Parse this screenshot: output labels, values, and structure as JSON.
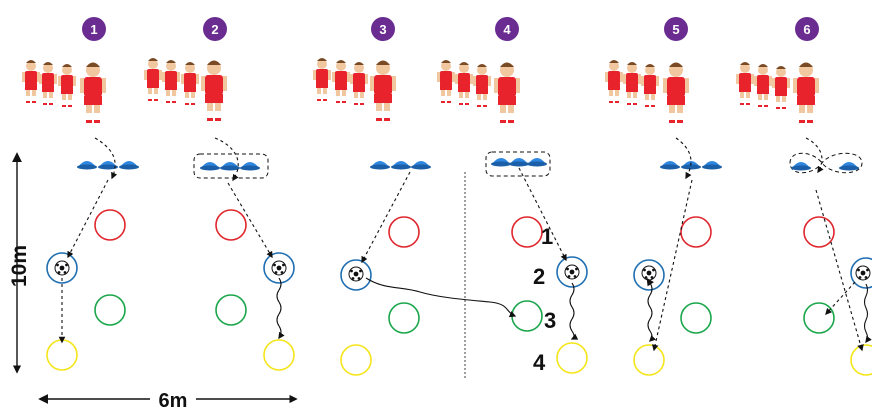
{
  "stations": [
    {
      "number": "1"
    },
    {
      "number": "2"
    },
    {
      "number": "3"
    },
    {
      "number": "4"
    },
    {
      "number": "5"
    },
    {
      "number": "6"
    }
  ],
  "dimensions": {
    "height_label": "10m",
    "width_label": "6m"
  },
  "step_labels": [
    "1",
    "2",
    "3",
    "4"
  ],
  "colors": {
    "badge": "#6a2c91",
    "red_ring": "#e0262d",
    "green_ring": "#1aa64a",
    "yellow_ring": "#f4e51a",
    "blue_ring": "#1f6fb2",
    "cone": "#2e86de",
    "shirt": "#e8232b"
  },
  "icons": [
    "player-icon",
    "cone-icon",
    "ball-icon"
  ]
}
